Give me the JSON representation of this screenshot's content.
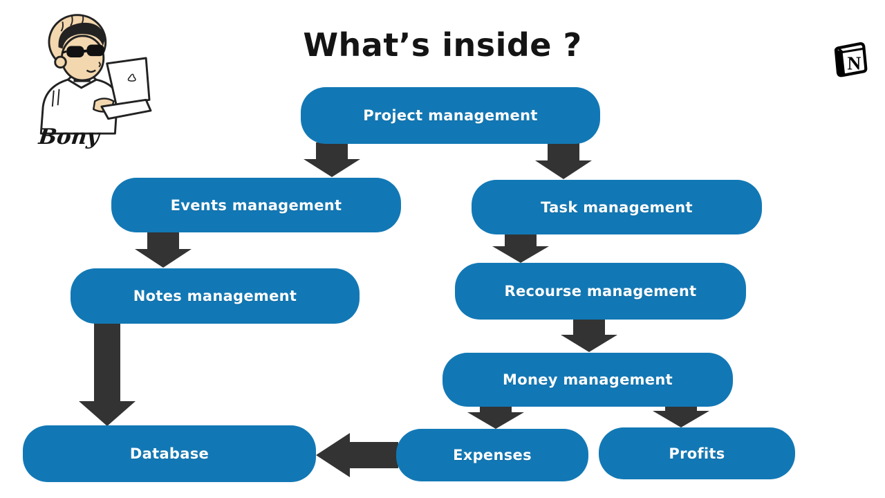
{
  "title": "What’s inside ?",
  "author": "Bony",
  "colors": {
    "node_fill": "#1278b5",
    "node_text": "#ffffff",
    "arrow": "#333333",
    "title_text": "#141414",
    "background": "#ffffff"
  },
  "diagram": {
    "type": "flowchart",
    "nodes": [
      {
        "id": "project",
        "label": "Project management"
      },
      {
        "id": "events",
        "label": "Events management"
      },
      {
        "id": "task",
        "label": "Task management"
      },
      {
        "id": "notes",
        "label": "Notes management"
      },
      {
        "id": "recourse",
        "label": "Recourse management"
      },
      {
        "id": "money",
        "label": "Money management"
      },
      {
        "id": "database",
        "label": "Database"
      },
      {
        "id": "expenses",
        "label": "Expenses"
      },
      {
        "id": "profits",
        "label": "Profits"
      }
    ],
    "edges": [
      {
        "from": "project",
        "to": "events"
      },
      {
        "from": "project",
        "to": "task"
      },
      {
        "from": "events",
        "to": "notes"
      },
      {
        "from": "task",
        "to": "recourse"
      },
      {
        "from": "recourse",
        "to": "money"
      },
      {
        "from": "notes",
        "to": "database"
      },
      {
        "from": "money",
        "to": "expenses"
      },
      {
        "from": "money",
        "to": "profits"
      },
      {
        "from": "expenses",
        "to": "database"
      }
    ]
  }
}
